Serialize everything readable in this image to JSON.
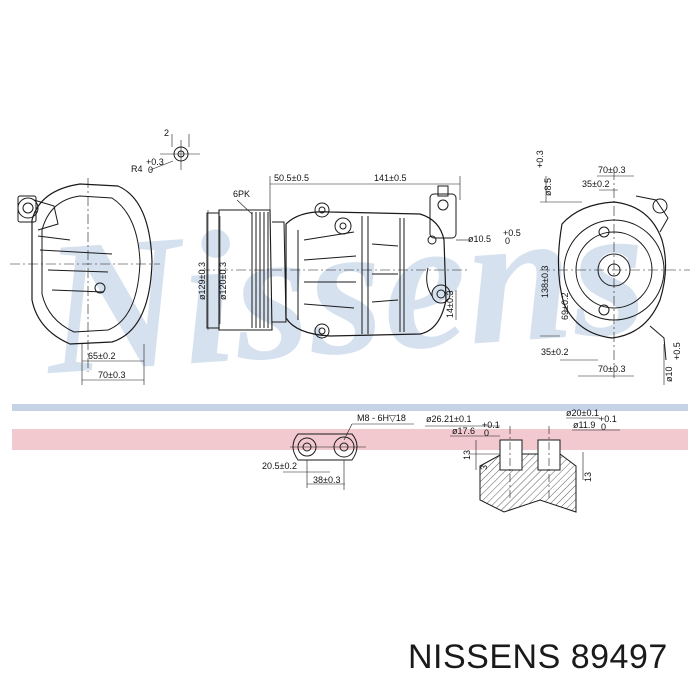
{
  "caption": {
    "brand": "NISSENS",
    "part_number": "89497"
  },
  "watermark": {
    "text": "Nissens"
  },
  "colors": {
    "line": "#1a1a1a",
    "watermark": "#c9d8ea",
    "band_blue": "#c6d3e6",
    "band_pink": "#f1c9cf"
  },
  "dimensions": {
    "top_2": "2",
    "top_r4": "R4",
    "top_r4_tol_up": "+0.3",
    "top_r4_tol_dn": "0",
    "left_65": "65±0.2",
    "left_70": "70±0.3",
    "front_6pk": "6PK",
    "front_505": "50.5±0.5",
    "front_141": "141±0.5",
    "front_129": "ø129±0.3",
    "front_120": "ø120±0.3",
    "front_105": "ø10.5",
    "front_105_tol_up": "+0.5",
    "front_105_tol_dn": "0",
    "front_14": "14±0.3",
    "right_85": "ø8.5",
    "right_85_tol": "+0.3",
    "right_70t": "70±0.3",
    "right_35t": "35±0.2",
    "right_138": "138±0.3",
    "right_69": "69±0.2",
    "right_35b": "35±0.2",
    "right_70b": "70±0.3",
    "right_10": "ø10",
    "right_10_tol": "+0.5",
    "bl_m8": "M8 - 6H▽18",
    "bl_205": "20.5±0.2",
    "bl_38": "38±0.3",
    "br_2621": "ø26.21±0.1",
    "br_176": "ø17.6",
    "br_176_tol_up": "+0.1",
    "br_176_tol_dn": "0",
    "br_20": "ø20±0.1",
    "br_119": "ø11.9",
    "br_119_tol_up": "+0.1",
    "br_119_tol_dn": "0",
    "br_13a": "13",
    "br_3": "3",
    "br_13b": "13"
  }
}
